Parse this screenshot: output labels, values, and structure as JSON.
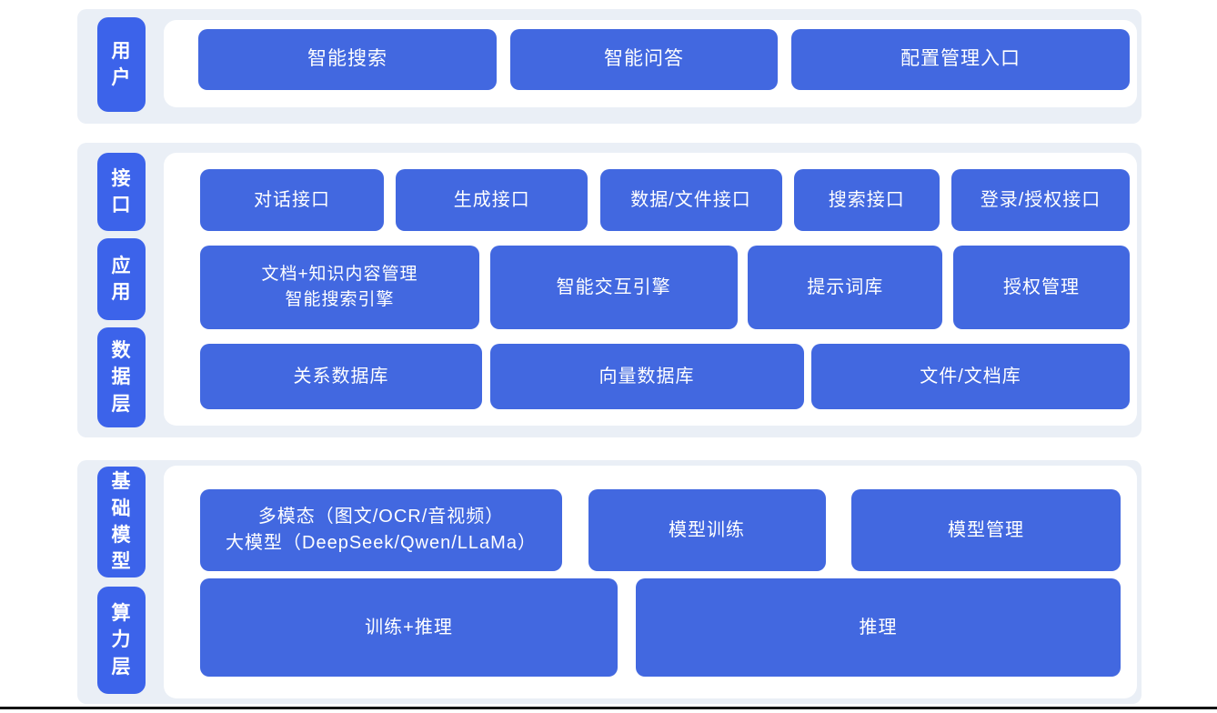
{
  "colors": {
    "section_background": "#EAEFF6",
    "panel_background": "#ffffff",
    "block_blue": "#4268E0",
    "side_label_blue": "#3C63EA",
    "block_text": "#ffffff",
    "bottom_rule": "#141414"
  },
  "sections": [
    {
      "name": "user-layer",
      "side_labels": [
        "用户"
      ],
      "rows": [
        {
          "items": [
            "智能搜索",
            "智能问答",
            "配置管理入口"
          ]
        }
      ]
    },
    {
      "name": "interface-application-data-layers",
      "side_labels": [
        "接口",
        "应用",
        "数据层"
      ],
      "rows": [
        {
          "items": [
            "对话接口",
            "生成接口",
            "数据/文件接口",
            "搜索接口",
            "登录/授权接口"
          ]
        },
        {
          "items": [
            "文档+知识内容管理\n智能搜索引擎",
            "智能交互引擎",
            "提示词库",
            "授权管理"
          ]
        },
        {
          "items": [
            "关系数据库",
            "向量数据库",
            "文件/文档库"
          ]
        }
      ]
    },
    {
      "name": "foundation-model-compute-layers",
      "side_labels": [
        "基础模型",
        "算力层"
      ],
      "rows": [
        {
          "items": [
            "多模态（图文/OCR/音视频）\n大模型（DeepSeek/Qwen/LLaMa）",
            "模型训练",
            "模型管理"
          ]
        },
        {
          "items": [
            "训练+推理",
            "推理"
          ]
        }
      ]
    }
  ]
}
